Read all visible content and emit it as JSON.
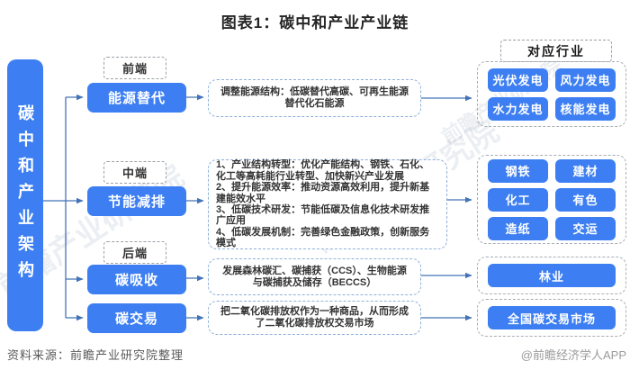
{
  "title": "图表1：碳中和产业产业链",
  "watermark_text": "前瞻产业研究院",
  "pillar_label": "碳中和产业架构",
  "corresponding_header": "对应行业",
  "stages": [
    {
      "tag": "前端",
      "name": "能源替代",
      "desc": "调整能源结构：低碳替代高碳、可再生能源替代化石能源"
    },
    {
      "tag": "中端",
      "name": "节能减排",
      "desc": "1、产业结构转型：优化产能结构、钢铁、石化、化工等高耗能行业转型、加快新兴产业发展\n2、提升能源效率：推动资源高效利用，提升新基建能效水平\n3、低碳技术研发：节能低碳及信息化技术研发推广应用\n4、低碳发展机制：完善绿色金融政策，创新服务模式"
    },
    {
      "tag": "后端",
      "name": "碳吸收",
      "desc": "发展森林碳汇、碳捕获（CCS）、生物能源与碳捕获及储存（BECCS）"
    },
    {
      "name": "碳交易",
      "desc": "把二氧化碳排放权作为一种商品，从而形成了二氧化碳排放权交易市场"
    }
  ],
  "industry_groups": [
    {
      "items": [
        "光伏发电",
        "风力发电",
        "水力发电",
        "核能发电"
      ]
    },
    {
      "items": [
        "钢铁",
        "建材",
        "化工",
        "有色",
        "造纸",
        "交运"
      ]
    },
    {
      "items": [
        "林业"
      ]
    },
    {
      "items": [
        "全国碳交易市场"
      ]
    }
  ],
  "footer": {
    "source": "资料来源：前瞻产业研究院整理",
    "credit": "@前瞻经济学人APP"
  },
  "colors": {
    "primary_blue": "#3d7ff2",
    "connector_blue": "#4273b8",
    "desc_border_blue": "#8fb0d9",
    "dashed_gray": "#9aa0a6",
    "title_text": "#262626",
    "source_text": "#595959",
    "credit_text": "#9a9a9a"
  }
}
